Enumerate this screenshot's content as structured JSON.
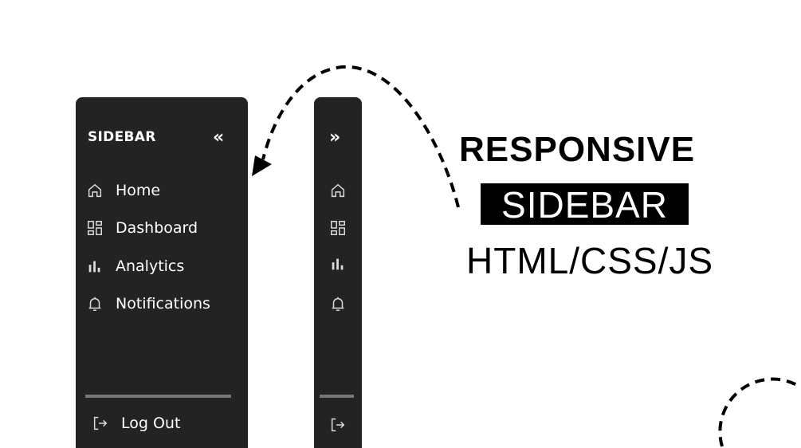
{
  "sidebar": {
    "title": "SIDEBAR",
    "collapse_icon": "double-chevron-left",
    "expand_icon": "double-chevron-right",
    "items": [
      {
        "label": "Home",
        "icon": "home"
      },
      {
        "label": "Dashboard",
        "icon": "dashboard"
      },
      {
        "label": "Analytics",
        "icon": "bar-chart"
      },
      {
        "label": "Notifications",
        "icon": "bell"
      }
    ],
    "logout": "Log Out"
  },
  "headline": {
    "line1": "RESPONSIVE",
    "line2": "SIDEBAR",
    "line3": "HTML/CSS/JS"
  }
}
